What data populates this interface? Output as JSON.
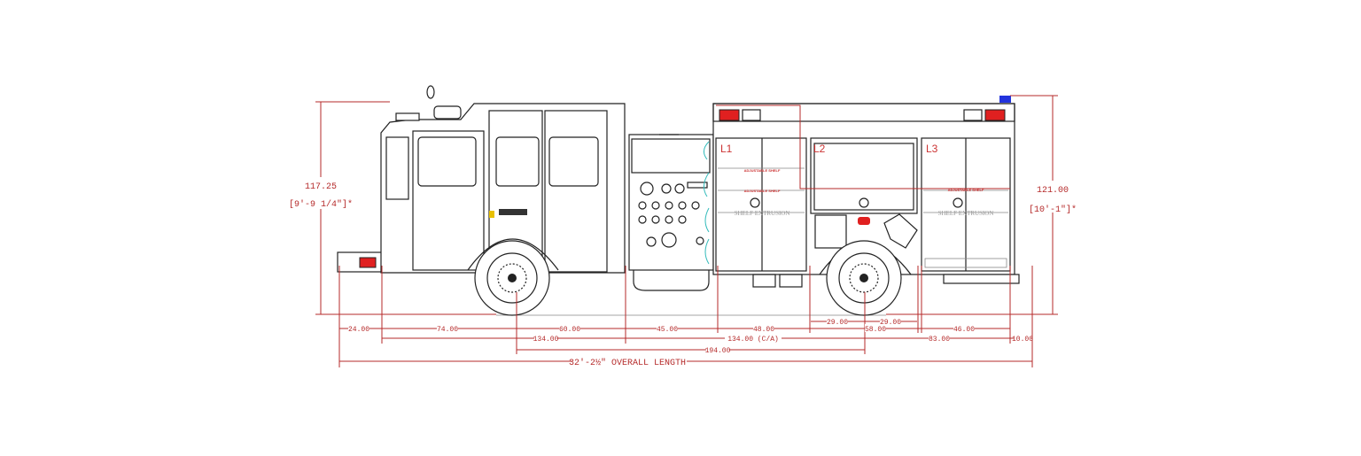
{
  "drawing": {
    "compartments": [
      "L1",
      "L2",
      "L3"
    ],
    "shelf_labels": [
      "ADJUSTABLE SHELF",
      "ADJUSTABLE SHELF",
      "ADJUSTABLE SHELF"
    ],
    "extrusion_label": "SHELF EXTRUSION",
    "heights": {
      "cab_height": "117.25",
      "cab_height_ft": "[9'-9 1/4\"]*",
      "body_height": "121.00",
      "body_height_ft": "[10'-1\"]*"
    },
    "dimensions": {
      "bumper": "24.00",
      "cab_front": "74.00",
      "cab_rear": "60.00",
      "pump": "45.00",
      "l1": "48.00",
      "wheel_fwd": "29.00",
      "wheel_aft": "29.00",
      "wheel_well": "58.00",
      "l3": "46.00",
      "cab_total": "134.00",
      "cab_to_axle": "134.00 (C/A)",
      "rear_overhang": "83.00",
      "tailboard": "10.00",
      "wheelbase": "194.00",
      "overall": "32'-2½\" OVERALL LENGTH"
    },
    "colors": {
      "dimension": "#b52a2a",
      "beacon": "#2233dd",
      "lamp": "#e02020",
      "hose": "#3bb"
    }
  }
}
